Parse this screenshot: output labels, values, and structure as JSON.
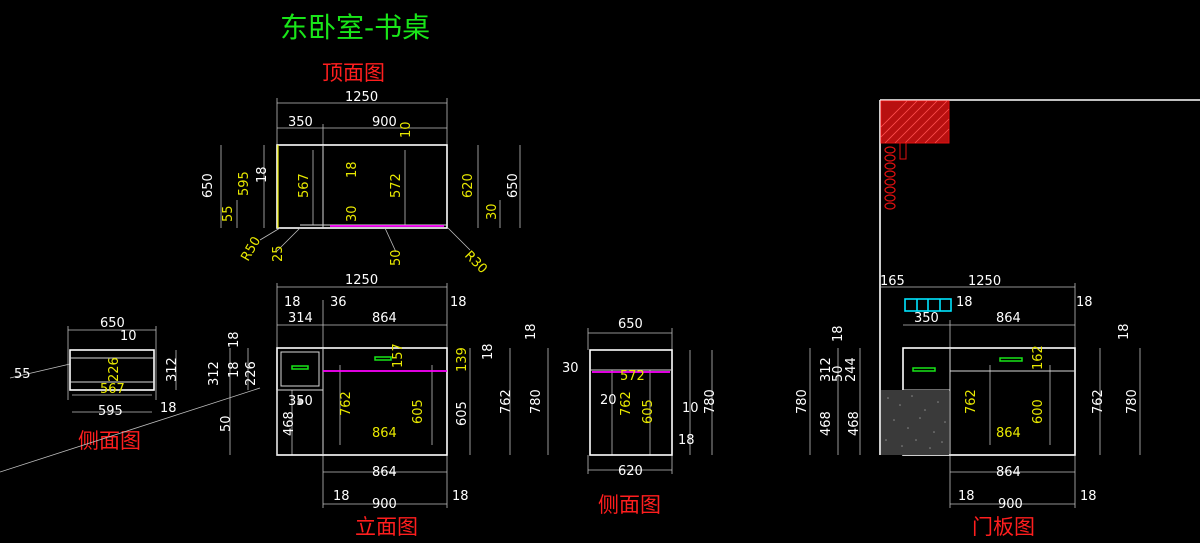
{
  "drawing": {
    "title": "东卧室-书桌",
    "views": {
      "top_view": "顶面图",
      "side_view_left": "侧面图",
      "front_view": "立面图",
      "side_view_right": "侧面图",
      "door_panel_view": "门板图"
    }
  },
  "top_view_dims": {
    "overall_width": "1250",
    "left_width": "350",
    "right_width": "900",
    "gap": "10",
    "left_depth": "650",
    "inner_depth": "595",
    "shelf_depth": "55",
    "board_a": "18",
    "left_inner": "567",
    "board_b": "18",
    "right_inner": "572",
    "board_c": "30",
    "right_depth_a": "620",
    "right_depth_b": "650",
    "right_board": "30",
    "radius_left": "R50",
    "leg_a": "25",
    "leg_b": "50",
    "radius_right": "R30"
  },
  "front_view_dims": {
    "overall_width": "1250",
    "left_board": "18",
    "mid_board": "36",
    "right_board": "18",
    "left_width": "314",
    "right_width": "864",
    "top_board": "18",
    "drawer_h": "312",
    "board_d": "18",
    "side_h": "226",
    "left_bottom": "468",
    "leg_width": "50",
    "drawer_w": "350",
    "inner_h": "762",
    "inner_w": "864",
    "knob_h": "157",
    "cabinet_h": "605",
    "total_h_a": "605",
    "gap_h": "139",
    "board_e": "18",
    "total_h_b": "762",
    "total_h_c": "780",
    "board_f": "18",
    "bottom_width": "864",
    "base_board_l": "18",
    "base_width": "900",
    "base_board_r": "18"
  },
  "side_view_left_dims": {
    "width": "650",
    "board": "10",
    "offset": "55",
    "height_a": "226",
    "height_b": "312",
    "inner": "567",
    "depth": "595",
    "board_b": "18"
  },
  "side_view_right_dims": {
    "width": "650",
    "offset": "30",
    "inner": "572",
    "board": "20",
    "height_a": "762",
    "height_b": "605",
    "board_b": "10",
    "height_c": "780",
    "board_c": "18",
    "depth": "620"
  },
  "door_view_dims": {
    "offset": "165",
    "overall_width": "1250",
    "board_a": "18",
    "board_b": "18",
    "drawer_w": "350",
    "right_width": "864",
    "total_h": "780",
    "drawer_h": "312",
    "gap": "50",
    "side_h": "244",
    "bottom_a": "468",
    "bottom_b": "468",
    "knob": "18",
    "inner_h": "762",
    "panel_h": "162",
    "panel_inner": "600",
    "inner_w": "864",
    "right_h_a": "762",
    "right_h_b": "780",
    "right_board": "18",
    "bottom_width": "864",
    "base_board_l": "18",
    "base_width": "900",
    "base_board_r": "18"
  },
  "colors": {
    "background": "#000000",
    "title": "#19e619",
    "view_title": "#ff1e1e",
    "dimension_text": "#e8e800",
    "magenta_line": "#ff00ff",
    "hatch": "#e01010",
    "socket": "#00e5ff"
  }
}
